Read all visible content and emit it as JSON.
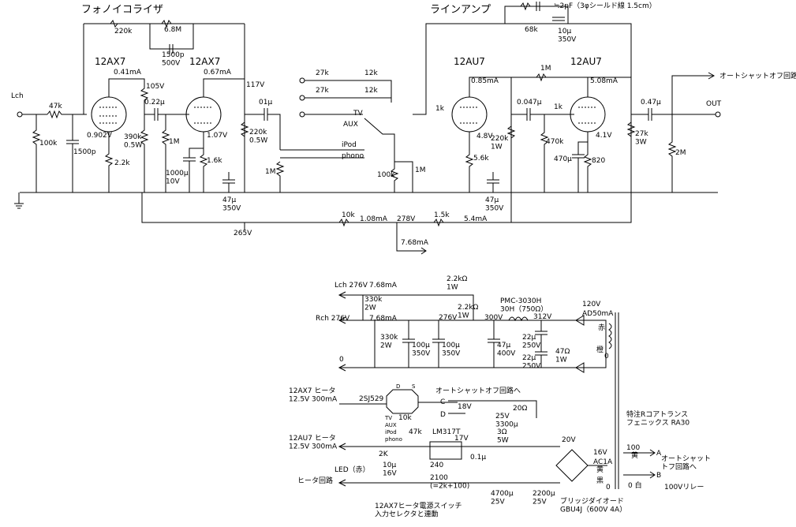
{
  "preamp": {
    "phono_title": "フォノイコライザ",
    "line_title": "ラインアンプ",
    "lch": "Lch",
    "r47k": "47k",
    "r100k_in": "100k",
    "c1500p_in": "1500p",
    "t1": "12AX7",
    "t1_cur": "0.41mA",
    "t1_v": "0.902V",
    "r390k": "390k\n0.5W",
    "r2k2": "2.2k",
    "v105": "105V",
    "c022": "0.22μ",
    "r1m_a": "1M",
    "t2": "12AX7",
    "t2_cur": "0.67mA",
    "t2_v": "1.07V",
    "c1000": "1000μ\n10V",
    "r1k6": "1.6k",
    "v117": "117V",
    "r220k_b": "220k\n0.5W",
    "c47_a": "47μ\n350V",
    "r220k_fb": "220k",
    "c68m": "6.8M",
    "c1500p_fb": "1500p\n500V",
    "c01": "01μ",
    "r1m_b": "1M",
    "r27k_a": "27k",
    "r27k_b": "27k",
    "r12k_a": "12k",
    "r12k_b": "12k",
    "sel_tv": "TV",
    "sel_aux": "AUX",
    "sel_ipod": "iPod",
    "sel_phono": "phono",
    "r100k_vol": "100k",
    "r1m_c": "1M",
    "t3": "12AU7",
    "t3_cur": "0.85mA",
    "r1k_a": "1k",
    "t3_v": "4.8V",
    "r5k6": "5.6k",
    "r220k_c": "220k\n1W",
    "c047_a": "0.047μ",
    "r470k": "470k",
    "r1k_b": "1k",
    "c47_b": "47μ\n350V",
    "t4": "12AU7",
    "t4_cur": "5.08mA",
    "r1m_d": "1M",
    "t4_v": "4.1V",
    "c470": "470μ",
    "r820": "820",
    "r27k_c": "27k\n3W",
    "c047_b": "0.47μ",
    "r2m": "2M",
    "out": "OUT",
    "r68k": "68k",
    "c2pf": "≒2pF（3φシールド線 1.5cm）",
    "c10": "10μ\n350V",
    "auto_shut": "オートシャットオフ回路へ",
    "r10k": "10k",
    "i108": "1.08mA",
    "v278": "278V",
    "r1k5": "1.5k",
    "i54": "5.4mA",
    "v265": "265V",
    "i768": "7.68mA"
  },
  "psu": {
    "lch": "Lch 276V",
    "lch_i": "7.68mA",
    "rch": "Rch 276V",
    "rch_i": "7.68mA",
    "zero": "0",
    "r330k_a": "330k\n2W",
    "r330k_b": "330k\n2W",
    "r22k_a": "2.2kΩ\n1W",
    "v276": "276V",
    "r22k_b": "2.2kΩ\n1W",
    "v300": "300V",
    "pmc": "PMC-3030H\n30H（750Ω）",
    "v312": "312V",
    "c100_a": "100μ\n350V",
    "c100_b": "100μ\n350V",
    "c47": "47μ\n400V",
    "c22_a": "22μ\n250V",
    "c22_b": "22μ\n250V",
    "r47": "47Ω\n1W",
    "v120": "120V",
    "ad50": "AD50mA",
    "red": "赤",
    "orange": "橙",
    "o0": "0",
    "heater1": "12AX7 ヒータ\n12.5V 300mA",
    "fet": "2SJ529",
    "heater2": "12AU7 ヒータ\n12.5V 300mA",
    "auto_to": "オートシャットオフ回路へ",
    "c": "C",
    "d": "D",
    "v18": "18V",
    "c25": "25V\n3300μ",
    "r20": "20Ω",
    "lm317": "LM317T",
    "r47k": "47k",
    "r10k": "10k",
    "v17": "17V",
    "r3": "3Ω\n5W",
    "v20": "20V",
    "r2k": "2K",
    "c10": "10μ\n16V",
    "led": "LED（赤）",
    "r240": "240",
    "c01": "0.1μ",
    "heater_loop": "ヒータ回路",
    "r2100": "2100\n(=2k+100)",
    "c4700": "4700μ\n25V",
    "c2200": "2200μ\n25V",
    "bridge": "ブリッジダイオード\nGBU4J（600V 4A）",
    "sw": "12AX7ヒータ電源スイッチ\n入力セレクタと連動",
    "v16": "16V",
    "ac": "AC1A",
    "yellow": "黄",
    "black": "黒",
    "zero_ac": "0",
    "transformer": "特注Rコアトランス\nフェニックス RA30",
    "tap100": "100",
    "y_tap": "黄",
    "tap0": "0 白",
    "a": "A",
    "b": "B",
    "auto2": "オートシャット\nトフ回路へ",
    "relay": "100Vリレー",
    "sel_tv": "TV",
    "sel_aux": "AUX",
    "sel_ipod": "iPod",
    "sel_phono": "phono"
  },
  "colors": {
    "wire": "#000000",
    "accent_red": "#cc0000",
    "accent_blue": "#0000ff"
  }
}
